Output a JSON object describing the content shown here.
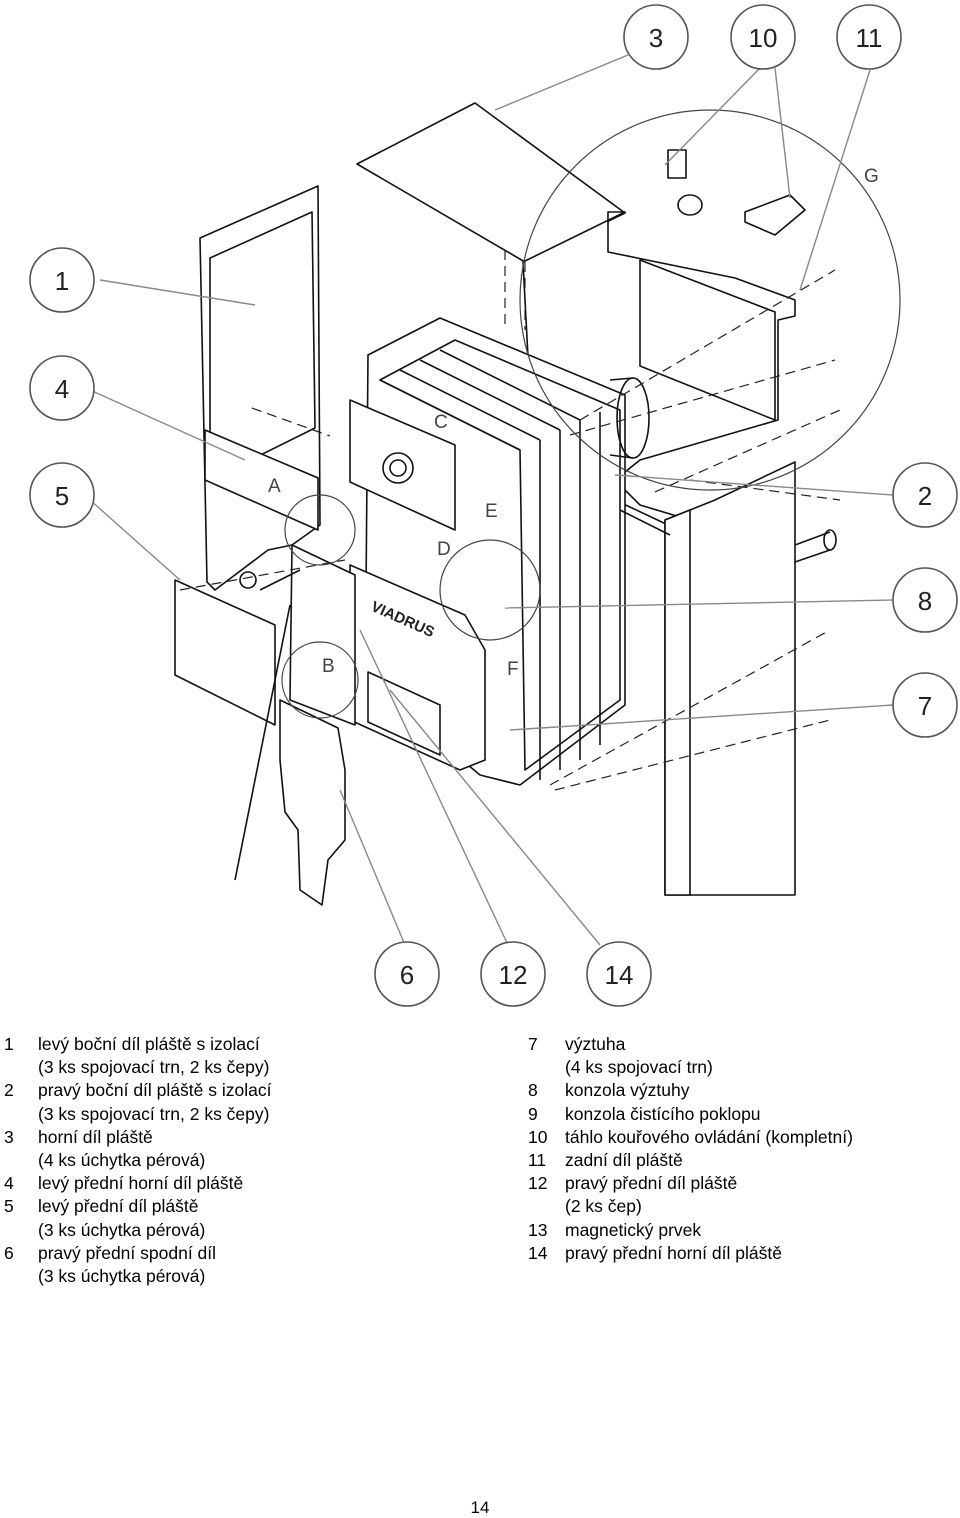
{
  "diagram": {
    "callouts": [
      "1",
      "2",
      "3",
      "4",
      "5",
      "6",
      "7",
      "8",
      "10",
      "11",
      "12",
      "14"
    ],
    "letters": [
      "A",
      "B",
      "C",
      "D",
      "E",
      "F",
      "G"
    ],
    "brand": "VIADRUS"
  },
  "legend": {
    "left": [
      {
        "num": "1",
        "lines": [
          "levý boční díl pláště s izolací",
          "(3 ks spojovací trn, 2 ks čepy)"
        ]
      },
      {
        "num": "2",
        "lines": [
          "pravý boční díl pláště s izolací",
          "(3 ks spojovací trn, 2 ks čepy)"
        ]
      },
      {
        "num": "3",
        "lines": [
          "horní díl pláště",
          "(4 ks úchytka pérová)"
        ]
      },
      {
        "num": "4",
        "lines": [
          "levý přední horní díl pláště"
        ]
      },
      {
        "num": "5",
        "lines": [
          "levý přední díl pláště",
          "(3 ks úchytka pérová)"
        ]
      },
      {
        "num": "6",
        "lines": [
          "pravý přední spodní díl",
          "(3 ks úchytka pérová)"
        ]
      }
    ],
    "right": [
      {
        "num": "7",
        "lines": [
          "výztuha",
          "(4 ks spojovací trn)"
        ]
      },
      {
        "num": "8",
        "lines": [
          "konzola výztuhy"
        ]
      },
      {
        "num": "9",
        "lines": [
          "konzola čistícího poklopu"
        ]
      },
      {
        "num": "10",
        "lines": [
          "táhlo kouřového ovládání (kompletní)"
        ]
      },
      {
        "num": "11",
        "lines": [
          "zadní díl pláště"
        ]
      },
      {
        "num": "12",
        "lines": [
          "pravý přední díl pláště",
          "(2 ks čep)"
        ]
      },
      {
        "num": "13",
        "lines": [
          "magnetický prvek"
        ]
      },
      {
        "num": "14",
        "lines": [
          "pravý přední horní díl pláště"
        ]
      }
    ]
  },
  "page_number": "14"
}
